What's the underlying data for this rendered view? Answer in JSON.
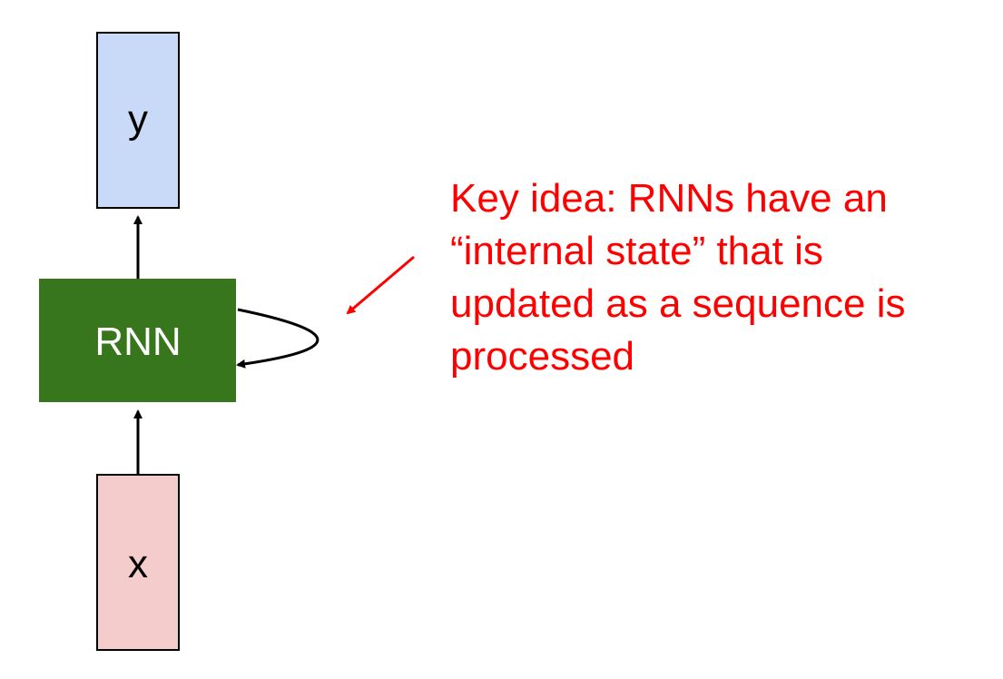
{
  "colors": {
    "output_fill": "#c9daf8",
    "rnn_fill": "#38761d",
    "input_fill": "#f4cccc",
    "annotation": "#ff0000",
    "stroke": "#000000"
  },
  "nodes": {
    "output": {
      "label": "y"
    },
    "rnn": {
      "label": "RNN"
    },
    "input": {
      "label": "x"
    }
  },
  "annotation": {
    "lines": [
      "Key idea: RNNs have an",
      "“internal state” that is",
      "updated as a sequence is",
      "processed"
    ]
  }
}
